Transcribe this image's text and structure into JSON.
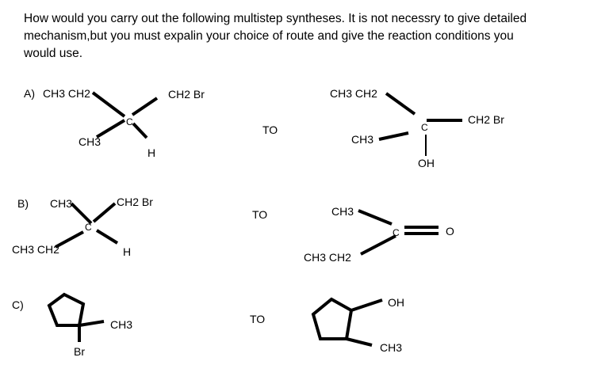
{
  "question": {
    "line1": "How would you carry out the following multistep syntheses. It is not necessry to give detailed",
    "line2": "mechanism,but you must expalin your choice of route and give the reaction conditions you",
    "line3": "would use."
  },
  "part_a": {
    "label": "A)",
    "start": {
      "ethyl": "CH3 CH2",
      "methyl": "CH3",
      "carbon": "C",
      "bromomethyl": "CH2 Br",
      "hydrogen": "H"
    },
    "to": "TO",
    "product": {
      "ethyl": "CH3 CH2",
      "methyl": "CH3",
      "carbon": "C",
      "bromomethyl": "CH2 Br",
      "hydroxyl": "OH"
    }
  },
  "part_b": {
    "label": "B)",
    "start": {
      "methyl": "CH3",
      "ethyl": "CH3 CH2",
      "carbon": "C",
      "bromomethyl": "CH2 Br",
      "hydrogen": "H"
    },
    "to": "TO",
    "product": {
      "methyl": "CH3",
      "ethyl": "CH3 CH2",
      "carbon": "C",
      "oxygen": "O"
    }
  },
  "part_c": {
    "label": "C)",
    "start": {
      "methyl": "CH3",
      "bromo": "Br"
    },
    "to": "TO",
    "product": {
      "hydroxyl": "OH",
      "methyl": "CH3"
    }
  }
}
